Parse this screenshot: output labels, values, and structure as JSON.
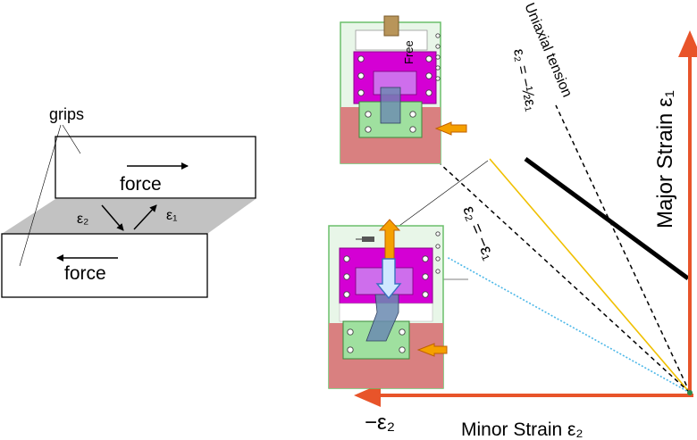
{
  "left_panel": {
    "grips_label": "grips",
    "force_top_label": "force",
    "force_bottom_label": "force",
    "e2_label": "ε₂",
    "e1_label": "ε₁"
  },
  "fixture_top": {
    "free_label": "Free"
  },
  "right_panel": {
    "y_axis_label": "Major Strain ε₁",
    "x_axis_label": "Minor Strain ε₂",
    "neg_e2_label": "−ε₂",
    "uniaxial_label": "Uniaxial tension",
    "eq_half_label": "ε₂ = −½ε₁",
    "eq_pure_label": "ε₂ = −ε₁"
  },
  "colors": {
    "axis_orange": "#e8542a",
    "fixture_magenta": "#d400d4",
    "fixture_green": "#9fe09f",
    "fixture_red": "#d98080",
    "yellow_line": "#f0c000",
    "dotted_blue": "#4db8e8",
    "arrow_orange": "#f5a000",
    "arrow_light_blue": "#cfe8ff",
    "gray_specimen": "#c0c0c0"
  }
}
